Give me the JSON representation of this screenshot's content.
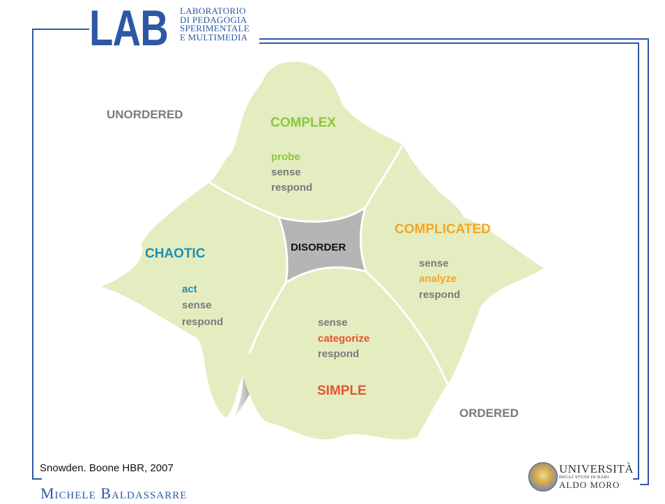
{
  "header": {
    "lab_logo": "LAB",
    "lab_lines": [
      "LABORATORIO",
      "DI PEDAGOGIA",
      "SPERIMENTALE",
      "E MULTIMEDIA"
    ]
  },
  "diagram": {
    "regions": {
      "unordered": "UNORDERED",
      "ordered": "ORDERED",
      "complex": {
        "title": "COMPLEX",
        "steps": [
          "probe",
          "sense",
          "respond"
        ]
      },
      "complicated": {
        "title": "COMPLICATED",
        "steps": [
          "sense",
          "analyze",
          "respond"
        ]
      },
      "chaotic": {
        "title": "CHAOTIC",
        "steps": [
          "act",
          "sense",
          "respond"
        ]
      },
      "simple": {
        "title": "SIMPLE",
        "steps": [
          "sense",
          "categorize",
          "respond"
        ]
      },
      "disorder": "DISORDER"
    },
    "colors": {
      "fill": "#e3edc0",
      "complex": "#8cc63f",
      "complicated": "#f5a623",
      "chaotic": "#1f8fb0",
      "simple": "#e8532a",
      "grey_text": "#7a7a7a",
      "disorder_fill": "#b5b5b5"
    }
  },
  "footer": {
    "citation": "Snowden. Boone HBR, 2007",
    "author": "Michele Baldassarre",
    "university": {
      "line1": "UNIVERSITÀ",
      "line2": "DEGLI STUDI DI BARI",
      "line3": "ALDO MORO"
    }
  }
}
